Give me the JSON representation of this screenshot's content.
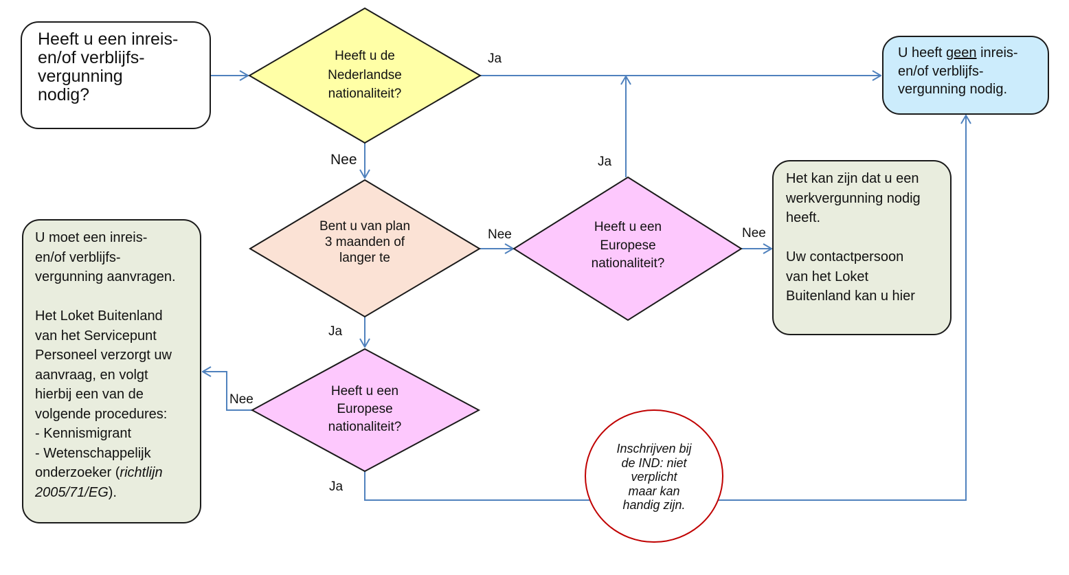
{
  "colors": {
    "connector": "#4f81bd",
    "yellow": "#ffffa6",
    "peach": "#fbe2d5",
    "pink": "#fdc8fd",
    "blue": "#ccecfc",
    "sage": "#e9edde",
    "white": "#ffffff",
    "circle_border": "#c00000"
  },
  "start": {
    "text": "Heeft u een inreis-\nen/of verblijfs-\nvergunning\nnodig?"
  },
  "nodes": {
    "q_nederlandse": "Heeft u de\nNederlandse\nnationaliteit?",
    "q_drie_maanden": "Bent u van plan\n3 maanden  of\nlanger  te",
    "q_europees_midden": "Heeft  u een\nEuropese\nnationaliteit?",
    "q_europees_onder": "Heeft u een\nEuropese\nnationaliteit?"
  },
  "result_geen": {
    "prefix": "U heeft ",
    "underlined": "geen",
    "suffix": " inreis-\nen/of verblijfs-\nvergunning  nodig."
  },
  "result_werkvergunning": {
    "text": "Het kan zijn dat u een\nwerkvergunning  nodig\nheeft.\n\nUw contactpersoon\nvan het Loket\nBuitenland kan u hier"
  },
  "result_aanvragen": {
    "main": "U moet een inreis-\nen/of verblijfs-\nvergunning  aanvragen.\n\nHet Loket Buitenland\nvan het Servicepunt\nPersoneel  verzorgt uw\naanvraag, en volgt\nhierbij een van de\nvolgende  procedures:\n- Kennismigrant\n- Wetenschappelijk\nonderzoeker (",
    "italic": "richtlijn\n2005/71/EG",
    "tail": ")."
  },
  "note_ind": {
    "text": "Inschrijven bij\nde IND: niet\nverplicht\nmaar kan\nhandig zijn."
  },
  "labels": {
    "ja_top": "Ja",
    "nee_1": "Nee",
    "ja_mid": "Ja",
    "nee_2": "Nee",
    "nee_3": "Nee",
    "ja_2": "Ja",
    "nee_4": "Nee",
    "ja_bottom": "Ja"
  }
}
